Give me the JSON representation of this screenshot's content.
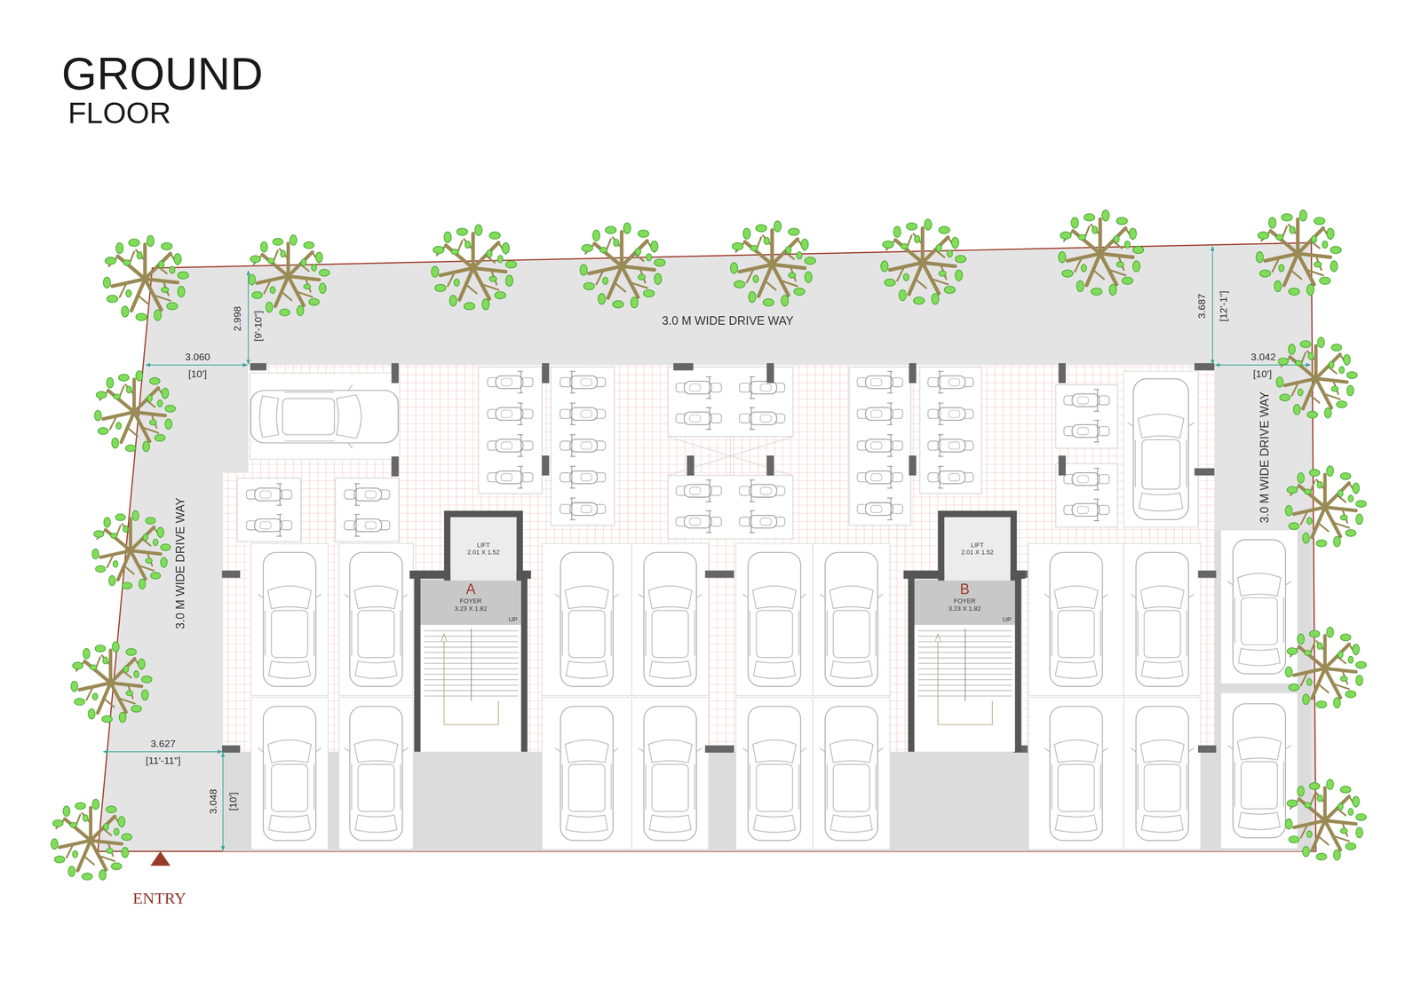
{
  "diagram": {
    "title": "GROUND",
    "nodes": [
      {
        "text": [
          "LIFT",
          "2.01 X 1.52"
        ]
      },
      {
        "text": [
          "A",
          "FOYER",
          "3.23 X 1.82",
          "UP"
        ]
      },
      {
        "text": [
          "LIFT",
          "2.01 X 1.52"
        ]
      },
      {
        "text": [
          "B",
          "FOYER",
          "3.23 X 1.82",
          "UP"
        ]
      }
    ],
    "labels": [
      "FLOOR",
      "3.0 M WIDE DRIVE WAY",
      "3.0 M WIDE DRIVE WAY",
      "3.0 M WIDE DRIVE WAY",
      "2.998",
      "[9'-10\"]",
      "3.060",
      "[10']",
      "3.687",
      "[12'-1\"]",
      "3.042",
      "[10']",
      "3.627",
      "[11'-11\"]",
      "3.048",
      "[10']",
      "ENTRY"
    ]
  }
}
